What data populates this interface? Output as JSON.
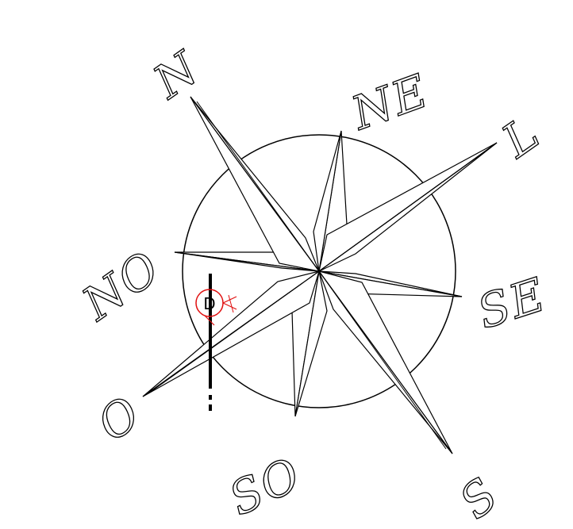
{
  "compass": {
    "labels": {
      "n": "N",
      "ne": "NE",
      "l": "L",
      "se": "SE",
      "s": "S",
      "so": "SO",
      "o": "O",
      "no": "NO"
    }
  },
  "marker": {
    "label": "D",
    "color": "#e01010"
  }
}
